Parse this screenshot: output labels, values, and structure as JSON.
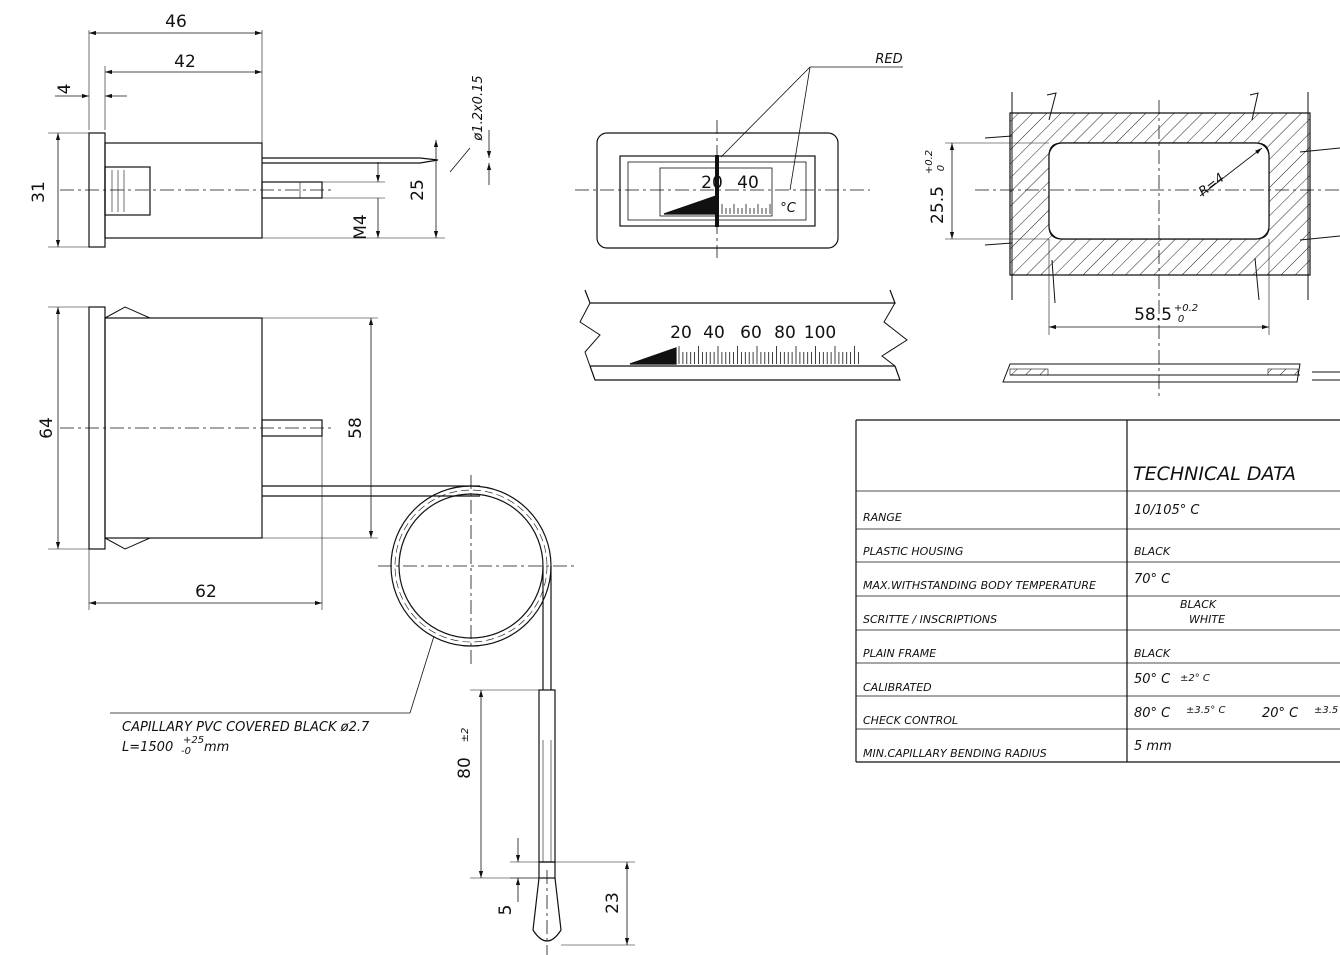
{
  "side_view": {
    "dim_overall_length": "46",
    "dim_body_length": "42",
    "dim_flange_thickness": "4",
    "dim_height": "31",
    "dim_stem_offset": "25",
    "dim_thread": "M4",
    "dim_panel_thickness": "ø1.2x0.15"
  },
  "front_view": {
    "pointer_color_label": "RED",
    "scale_label_1": "20",
    "scale_label_2": "40",
    "unit": "°C"
  },
  "scale_detail": {
    "labels": [
      "20",
      "40",
      "60",
      "80",
      "100"
    ]
  },
  "panel_cutout": {
    "height": "25.5",
    "height_tol_upper": "+0.2",
    "height_tol_lower": "0",
    "width": "58.5",
    "width_tol_upper": "+0.2",
    "width_tol_lower": "0",
    "radius": "R=4"
  },
  "lower_view": {
    "dim_flange_height": "64",
    "dim_body_height": "58",
    "dim_body_depth": "62",
    "capillary_note_line1": "CAPILLARY PVC COVERED BLACK ø2.7",
    "capillary_note_line2_prefix": "L=1500",
    "capillary_note_tol_upper": "+25",
    "capillary_note_tol_lower": "-0",
    "capillary_note_unit": "mm",
    "dim_bulb_length": "80",
    "dim_bulb_length_tol": "±2",
    "dim_tip_length": "23",
    "dim_tip_diameter": "5"
  },
  "technical_data": {
    "title": "TECHNICAL DATA",
    "rows": [
      {
        "label": "RANGE",
        "value": "10/105° C"
      },
      {
        "label": "PLASTIC HOUSING",
        "value": "BLACK"
      },
      {
        "label": "MAX.WITHSTANDING BODY TEMPERATURE",
        "value": "70° C"
      },
      {
        "label": "SCRITTE / INSCRIPTIONS",
        "value": "BLACK",
        "value2": "WHITE"
      },
      {
        "label": "PLAIN FRAME",
        "value": "BLACK"
      },
      {
        "label": "CALIBRATED",
        "value": "50° C",
        "tol": "±2° C"
      },
      {
        "label": "CHECK CONTROL",
        "value": "80° C",
        "tol": "±3.5° C",
        "value_b": "20° C",
        "tol_b": "±3.5"
      },
      {
        "label": "MIN.CAPILLARY BENDING RADIUS",
        "value": "5 mm"
      }
    ]
  }
}
